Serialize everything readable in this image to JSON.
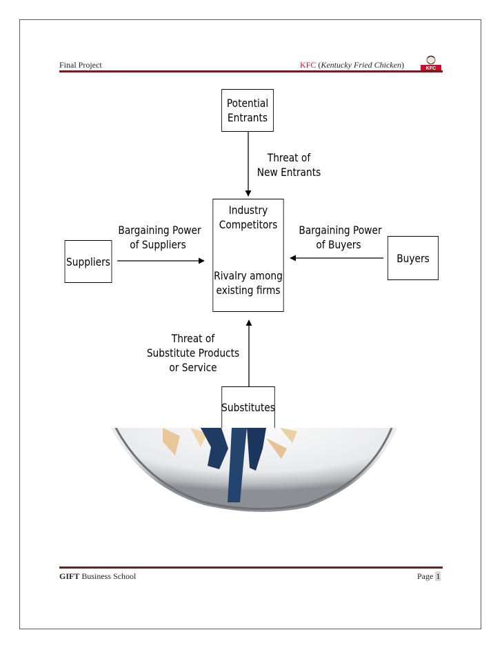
{
  "header": {
    "left": "Final Project",
    "right_brand": "KFC",
    "right_paren_open": "(",
    "right_italic": "Kentucky Fried Chicken",
    "right_paren_close": ")"
  },
  "diagram": {
    "potential_entrants": [
      "Potential",
      "Entrants"
    ],
    "threat_new_entrants": [
      "Threat of",
      "New Entrants"
    ],
    "industry_competitors": [
      "Industry",
      "Competitors"
    ],
    "rivalry": [
      "Rivalry among",
      "existing firms"
    ],
    "bargaining_suppliers": [
      "Bargaining Power",
      "of Suppliers"
    ],
    "bargaining_buyers": [
      "Bargaining Power",
      "of Buyers"
    ],
    "suppliers": "Suppliers",
    "buyers": "Buyers",
    "threat_substitutes": [
      "Threat of",
      "Substitute Products",
      "or Service"
    ],
    "substitutes": "Substitutes"
  },
  "footer": {
    "left_bold": "GIFT",
    "left_rest": " Business School",
    "right_label": "Page ",
    "page_number": "1"
  }
}
